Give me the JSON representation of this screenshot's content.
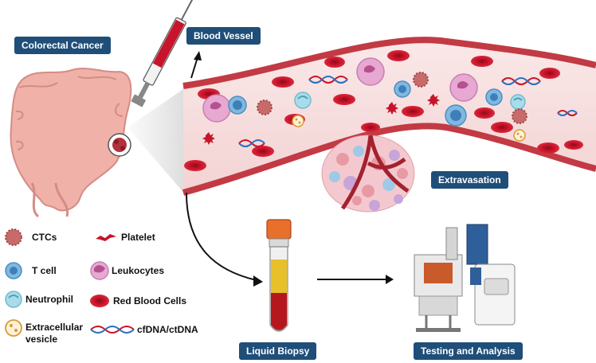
{
  "labels": {
    "colorectal_cancer": "Colorectal Cancer",
    "blood_vessel": "Blood Vessel",
    "extravasation": "Extravasation",
    "liquid_biopsy": "Liquid Biopsy",
    "testing_analysis": "Testing and Analysis"
  },
  "legend": {
    "ctcs": "CTCs",
    "platelet": "Platelet",
    "tcell": "T cell",
    "leukocytes": "Leukocytes",
    "neutrophil": "Neutrophil",
    "rbc": "Red Blood Cells",
    "ev_line1": "Extracellular",
    "ev_line2": "vesicle",
    "cfdna": "cfDNA/ctDNA"
  },
  "colors": {
    "label_bg": "#1f4e79",
    "vessel_wall": "#c23a44",
    "vessel_lumen": "#f6dede",
    "rbc": "#c8142a",
    "ctc": "#c86a6a",
    "tcell": "#7fb8e0",
    "leukocyte": "#e7a8d2",
    "neutrophil": "#a8dcea",
    "colon": "#efb1a8",
    "tube_cap": "#e8702a",
    "plasma": "#e8c02a",
    "blood": "#b5171f"
  }
}
